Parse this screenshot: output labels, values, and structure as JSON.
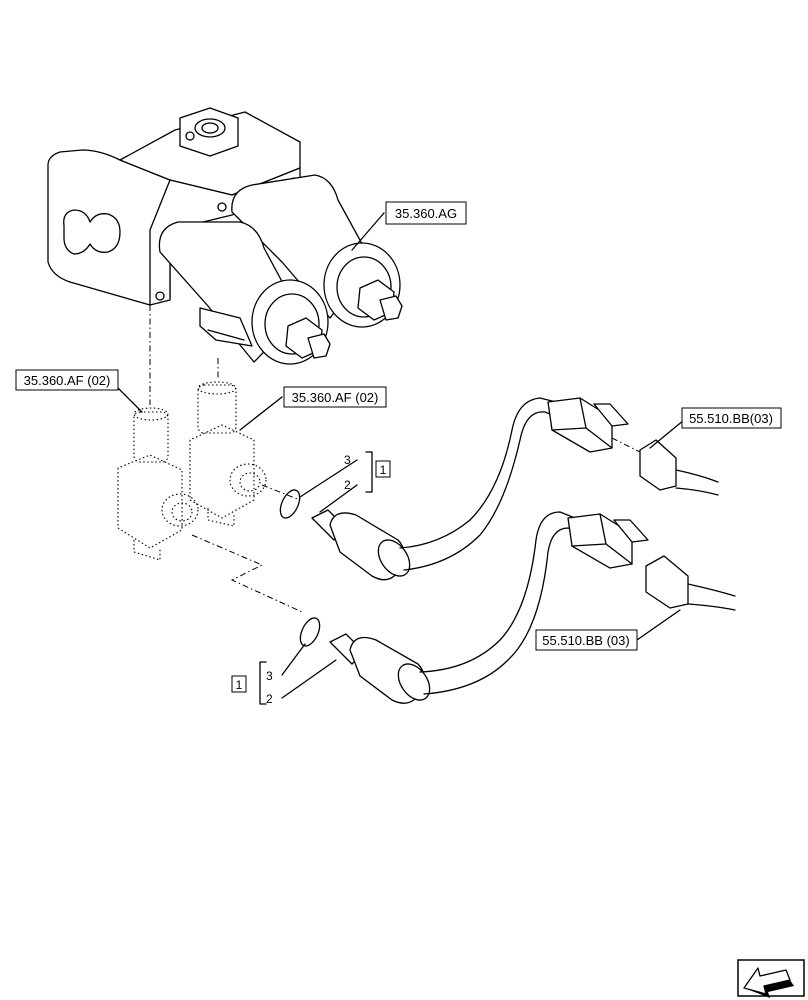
{
  "callouts": {
    "ref_35_360_ag": "35.360.AG",
    "ref_35_360_af_left": "35.360.AF (02)",
    "ref_35_360_af_right": "35.360.AF (02)",
    "ref_55_510_bb_top": "55.510.BB(03)",
    "ref_55_510_bb_bottom": "55.510.BB (03)"
  },
  "groups": {
    "upper": {
      "bracket": "1",
      "item_a": "3",
      "item_b": "2"
    },
    "lower": {
      "bracket": "1",
      "item_a": "3",
      "item_b": "2"
    }
  },
  "nav": {
    "icon": "next-page-arrow-icon"
  }
}
